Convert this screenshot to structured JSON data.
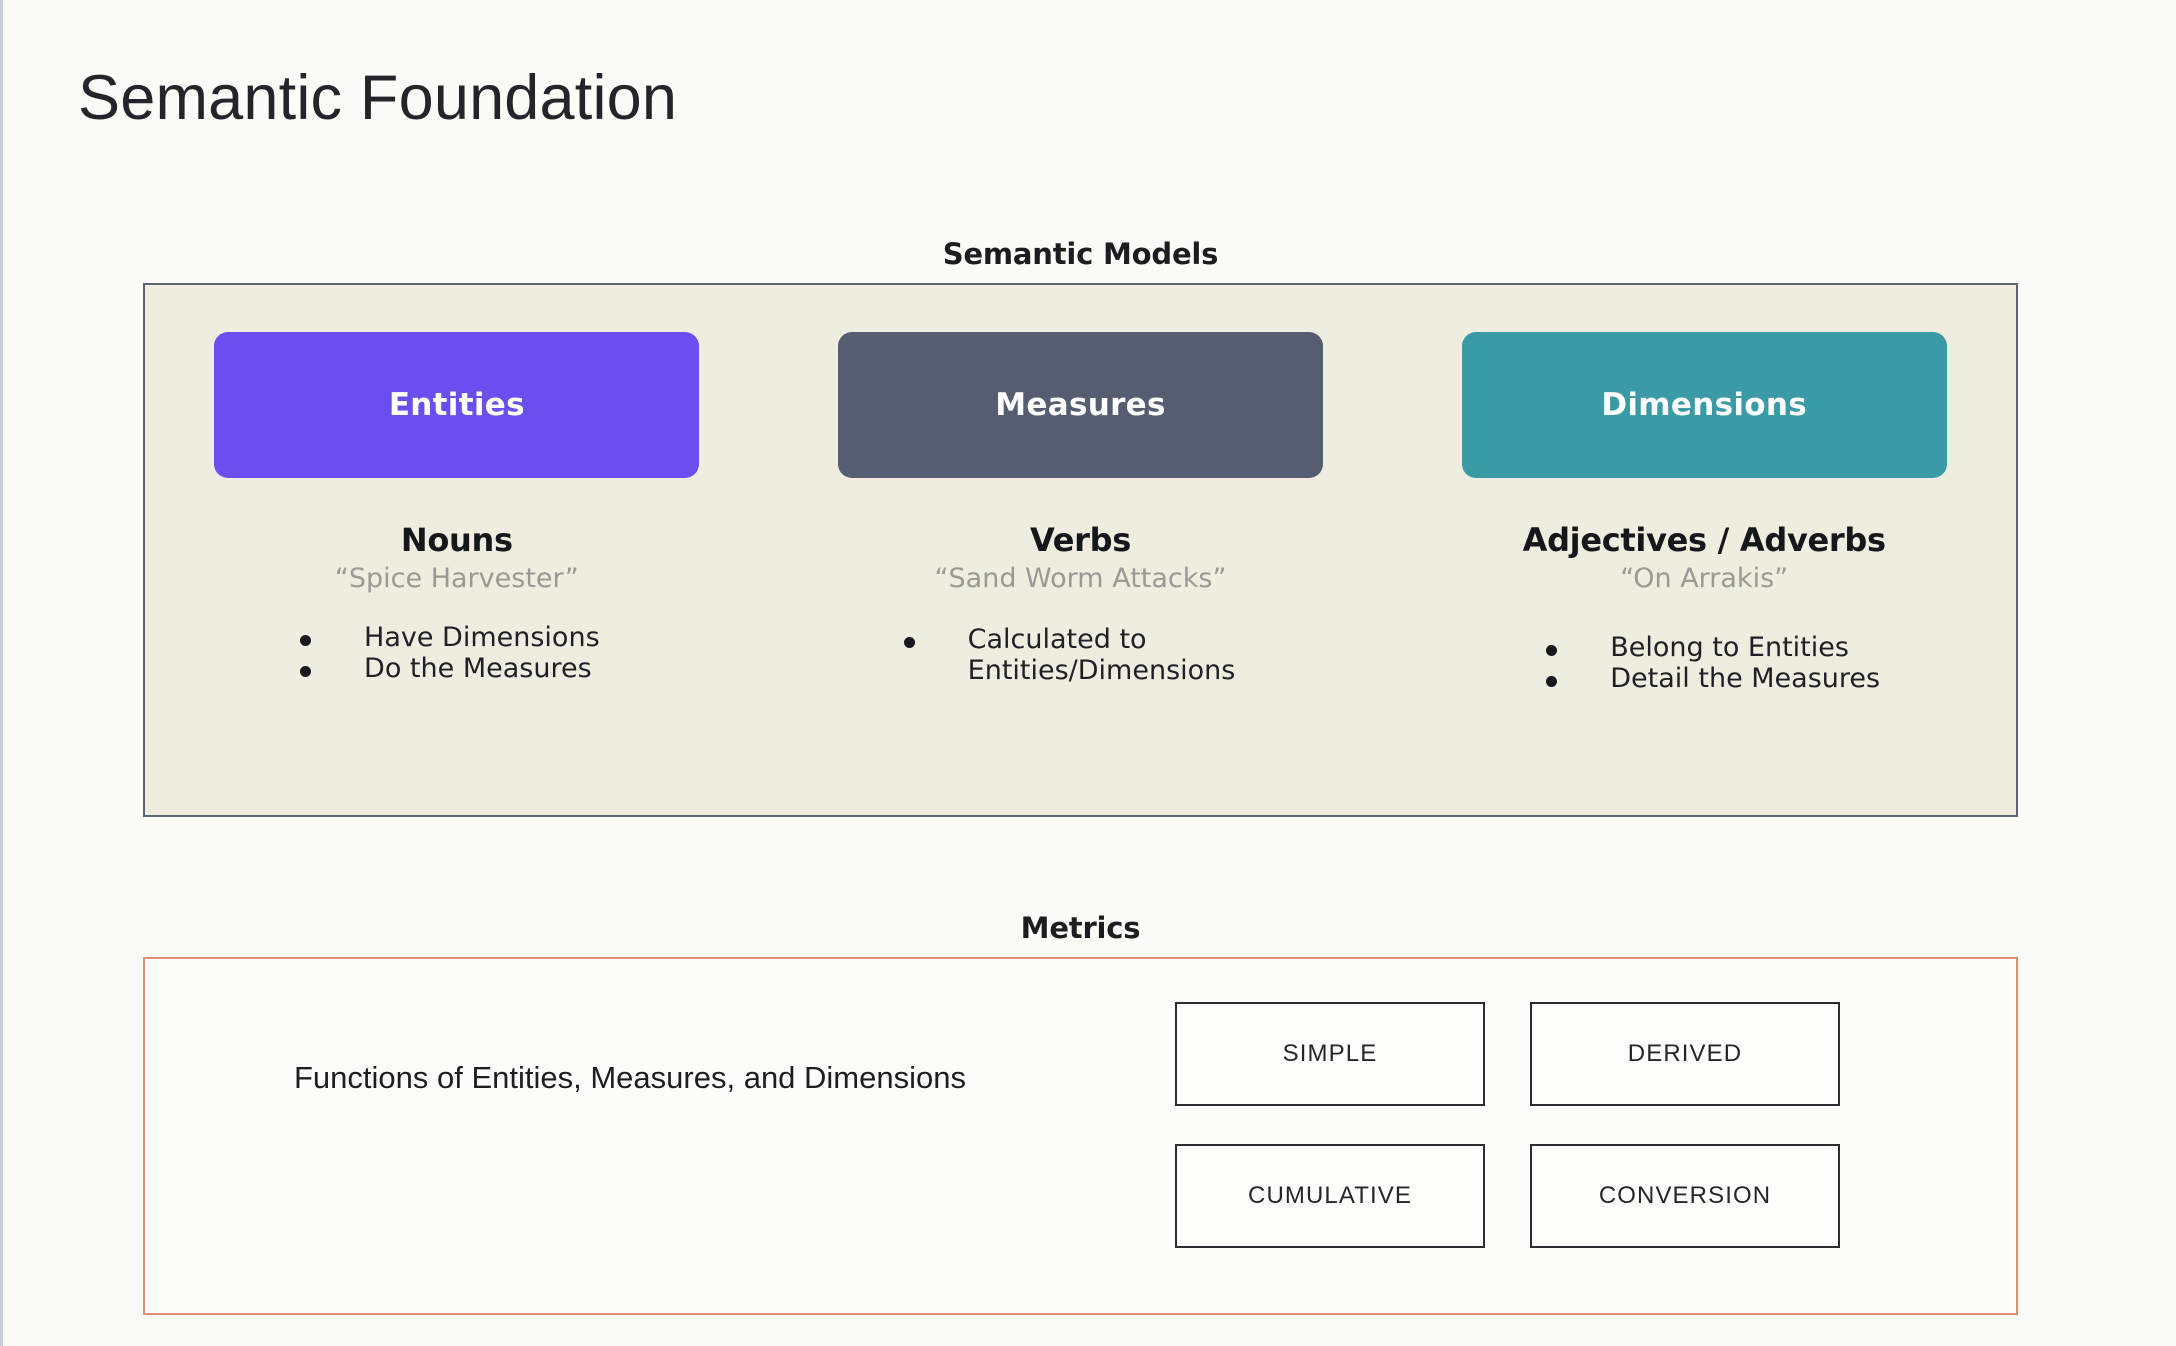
{
  "page": {
    "title": "Semantic Foundation",
    "background_color": "#fbfbf8"
  },
  "semantic_models": {
    "label": "Semantic Models",
    "panel_background": "#efece0",
    "panel_border_color": "#5d6472",
    "columns": [
      {
        "pill_label": "Entities",
        "pill_color": "#6b4ef0",
        "part_of_speech": "Nouns",
        "example": "“Spice Harvester”",
        "bullets": [
          "Have Dimensions",
          "Do the Measures"
        ]
      },
      {
        "pill_label": "Measures",
        "pill_color": "#555d70",
        "part_of_speech": "Verbs",
        "example": "“Sand Worm Attacks”",
        "bullets": [
          "Calculated to",
          "Entities/Dimensions"
        ]
      },
      {
        "pill_label": "Dimensions",
        "pill_color": "#3a9aa6",
        "part_of_speech": "Adjectives / Adverbs",
        "example": "“On Arrakis”",
        "bullets": [
          "Belong to Entities",
          "Detail the Measures"
        ]
      }
    ]
  },
  "metrics": {
    "label": "Metrics",
    "panel_border_color": "#dd9077",
    "description": "Functions of Entities, Measures, and Dimensions",
    "types": [
      "SIMPLE",
      "DERIVED",
      "CUMULATIVE",
      "CONVERSION"
    ]
  }
}
